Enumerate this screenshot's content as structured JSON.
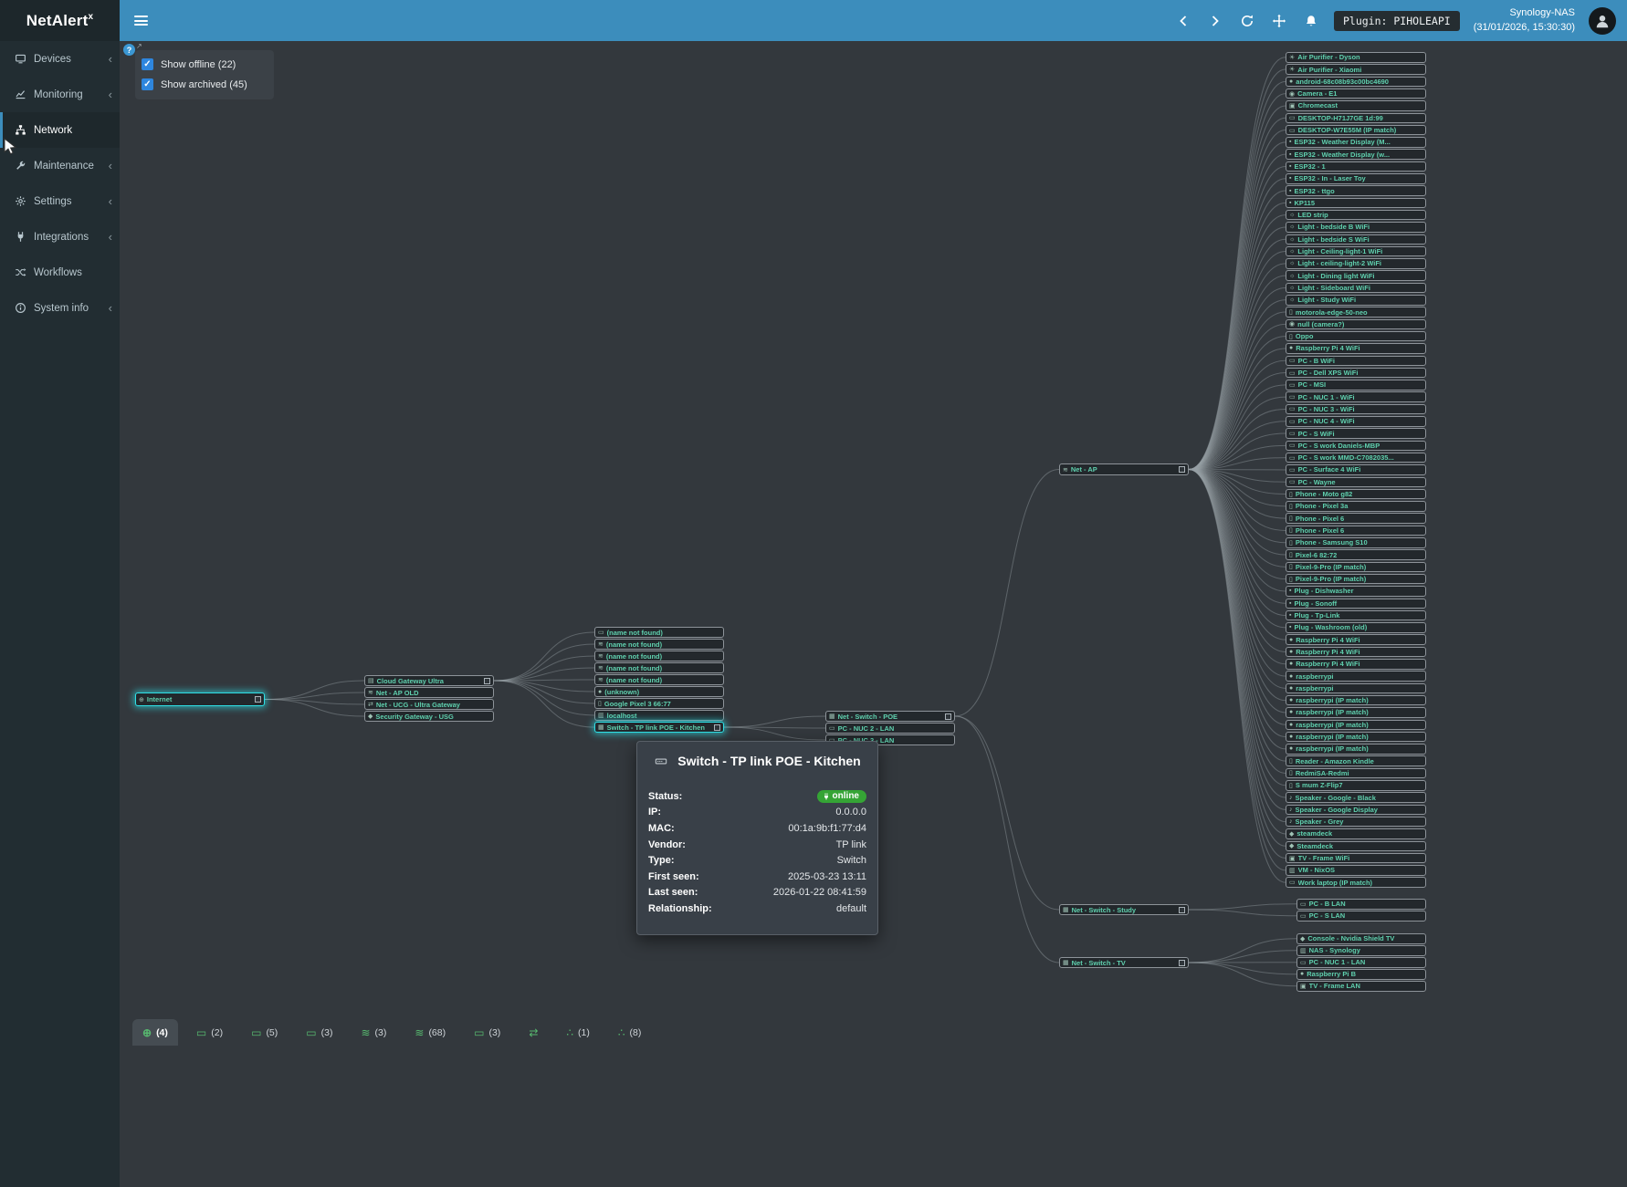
{
  "header": {
    "logo_text": "NetAlert",
    "logo_sup": "x",
    "plugin_badge": "Plugin: PIHOLEAPI",
    "device_name": "Synology-NAS",
    "timestamp": "(31/01/2026, 15:30:30)"
  },
  "help": {
    "label": "?"
  },
  "sidebar": {
    "items": [
      {
        "label": "Devices"
      },
      {
        "label": "Monitoring"
      },
      {
        "label": "Network"
      },
      {
        "label": "Maintenance"
      },
      {
        "label": "Settings"
      },
      {
        "label": "Integrations"
      },
      {
        "label": "Workflows"
      },
      {
        "label": "System info"
      }
    ]
  },
  "filters": {
    "show_offline": "Show offline (22)",
    "show_archived": "Show archived (45)"
  },
  "tooltip": {
    "title": "Switch - TP link POE - Kitchen",
    "rows": [
      {
        "label": "Status:",
        "value": "online"
      },
      {
        "label": "IP:",
        "value": "0.0.0.0"
      },
      {
        "label": "MAC:",
        "value": "00:1a:9b:f1:77:d4"
      },
      {
        "label": "Vendor:",
        "value": "TP link"
      },
      {
        "label": "Type:",
        "value": "Switch"
      },
      {
        "label": "First seen:",
        "value": "2025-03-23 13:11"
      },
      {
        "label": "Last seen:",
        "value": "2026-01-22 08:41:59"
      },
      {
        "label": "Relationship:",
        "value": "default"
      }
    ]
  },
  "tabs": [
    {
      "icon": "globe-icon",
      "count": "(4)",
      "active": true
    },
    {
      "icon": "modem-icon",
      "count": "(2)"
    },
    {
      "icon": "modem-icon",
      "count": "(5)"
    },
    {
      "icon": "modem-icon",
      "count": "(3)"
    },
    {
      "icon": "wifi-icon",
      "count": "(3)"
    },
    {
      "icon": "wifi-icon",
      "count": "(68)"
    },
    {
      "icon": "modem-icon",
      "count": "(3)"
    },
    {
      "icon": "shuffle-icon",
      "count": ""
    },
    {
      "icon": "sitemap-icon",
      "count": "(1)"
    },
    {
      "icon": "sitemap-icon",
      "count": "(8)"
    }
  ],
  "graph": {
    "internet": {
      "label": "Internet",
      "icon": "globe-icon",
      "selected": true,
      "expander": true
    },
    "gateways": [
      {
        "label": "Cloud Gateway Ultra",
        "icon": "gateway-icon",
        "expander": true
      },
      {
        "label": "Net - AP OLD",
        "icon": "wifi-icon"
      },
      {
        "label": "Net - UCG - Ultra Gateway",
        "icon": "shuffle-icon"
      },
      {
        "label": "Security Gateway - USG",
        "icon": "shield-icon"
      }
    ],
    "lan_cluster": [
      {
        "label": "(name not found)",
        "icon": "laptop-icon"
      },
      {
        "label": "(name not found)",
        "icon": "wifi-icon"
      },
      {
        "label": "(name not found)",
        "icon": "wifi-icon"
      },
      {
        "label": "(name not found)",
        "icon": "wifi-icon"
      },
      {
        "label": "(name not found)",
        "icon": "wifi-icon"
      },
      {
        "label": "(unknown)",
        "icon": "apple-icon"
      },
      {
        "label": "Google Pixel 3 66:77",
        "icon": "phone-icon"
      },
      {
        "label": "localhost",
        "icon": "server-icon"
      },
      {
        "label": "Switch - TP link POE - Kitchen",
        "icon": "switch-icon",
        "selected": true,
        "expander": true
      }
    ],
    "poe_cluster": [
      {
        "label": "Net - Switch - POE",
        "icon": "switch-icon",
        "expander": true
      },
      {
        "label": "PC - NUC 2 - LAN",
        "icon": "laptop-icon"
      },
      {
        "label": "PC - NUC 3 - LAN",
        "icon": "laptop-icon"
      }
    ],
    "hubs": [
      {
        "label": "Net - AP",
        "icon": "wifi-icon",
        "expander": true
      },
      {
        "label": "Net - Switch - Study",
        "icon": "switch-icon",
        "expander": true
      },
      {
        "label": "Net - Switch - TV",
        "icon": "switch-icon",
        "expander": true
      }
    ],
    "ap_children": [
      {
        "label": "Air Purifier - Dyson",
        "icon": "fan-icon"
      },
      {
        "label": "Air Purifier - Xiaomi",
        "icon": "fan-icon"
      },
      {
        "label": "android-68c08b93c00bc4690",
        "icon": "android-icon"
      },
      {
        "label": "Camera - E1",
        "icon": "camera-icon"
      },
      {
        "label": "Chromecast",
        "icon": "cast-icon"
      },
      {
        "label": "DESKTOP-H71J7GE 1d:99",
        "icon": "desktop-icon"
      },
      {
        "label": "DESKTOP-W7E55M (IP match)",
        "icon": "desktop-icon"
      },
      {
        "label": "ESP32 - Weather Display (M...",
        "icon": "chip-icon"
      },
      {
        "label": "ESP32 - Weather Display (w...",
        "icon": "chip-icon"
      },
      {
        "label": "ESP32 - 1",
        "icon": "chip-icon"
      },
      {
        "label": "ESP32 - In - Laser Toy",
        "icon": "chip-icon"
      },
      {
        "label": "ESP32 - ttgo",
        "icon": "chip-icon"
      },
      {
        "label": "KP115",
        "icon": "plug-icon"
      },
      {
        "label": "LED strip",
        "icon": "light-icon"
      },
      {
        "label": "Light - bedside B WiFi",
        "icon": "light-icon"
      },
      {
        "label": "Light - bedside S WiFi",
        "icon": "light-icon"
      },
      {
        "label": "Light - Ceiling-light-1 WiFi",
        "icon": "light-icon"
      },
      {
        "label": "Light - ceiling-light-2 WiFi",
        "icon": "light-icon"
      },
      {
        "label": "Light - Dining light WiFi",
        "icon": "light-icon"
      },
      {
        "label": "Light - Sideboard WiFi",
        "icon": "light-icon"
      },
      {
        "label": "Light - Study WiFi",
        "icon": "light-icon"
      },
      {
        "label": "motorola-edge-50-neo",
        "icon": "phone-icon"
      },
      {
        "label": "null (camera?)",
        "icon": "camera-icon"
      },
      {
        "label": "Oppo",
        "icon": "phone-icon"
      },
      {
        "label": "Raspberry Pi 4 WiFi",
        "icon": "pi-icon"
      },
      {
        "label": "PC - B WiFi",
        "icon": "laptop-icon"
      },
      {
        "label": "PC - Dell XPS WiFi",
        "icon": "laptop-icon"
      },
      {
        "label": "PC - MSI",
        "icon": "laptop-icon"
      },
      {
        "label": "PC - NUC 1 - WiFi",
        "icon": "laptop-icon"
      },
      {
        "label": "PC - NUC 3 - WiFi",
        "icon": "laptop-icon"
      },
      {
        "label": "PC - NUC 4 - WiFi",
        "icon": "laptop-icon"
      },
      {
        "label": "PC - S WiFi",
        "icon": "laptop-icon"
      },
      {
        "label": "PC - S work Daniels-MBP",
        "icon": "laptop-icon"
      },
      {
        "label": "PC - S work MMD-C7082035...",
        "icon": "laptop-icon"
      },
      {
        "label": "PC - Surface 4 WiFi",
        "icon": "laptop-icon"
      },
      {
        "label": "PC - Wayne",
        "icon": "laptop-icon"
      },
      {
        "label": "Phone - Moto g82",
        "icon": "phone-icon"
      },
      {
        "label": "Phone - Pixel 3a",
        "icon": "phone-icon"
      },
      {
        "label": "Phone - Pixel 6",
        "icon": "phone-icon"
      },
      {
        "label": "Phone - Pixel 6",
        "icon": "phone-icon"
      },
      {
        "label": "Phone - Samsung S10",
        "icon": "phone-icon"
      },
      {
        "label": "Pixel-6 82:72",
        "icon": "phone-icon"
      },
      {
        "label": "Pixel-9-Pro (IP match)",
        "icon": "phone-icon"
      },
      {
        "label": "Pixel-9-Pro (IP match)",
        "icon": "phone-icon"
      },
      {
        "label": "Plug - Dishwasher",
        "icon": "plug-icon"
      },
      {
        "label": "Plug - Sonoff",
        "icon": "plug-icon"
      },
      {
        "label": "Plug - Tp-Link",
        "icon": "plug-icon"
      },
      {
        "label": "Plug - Washroom (old)",
        "icon": "plug-icon"
      },
      {
        "label": "Raspberry Pi 4 WiFi",
        "icon": "pi-icon"
      },
      {
        "label": "Raspberry Pi 4 WiFi",
        "icon": "pi-icon"
      },
      {
        "label": "Raspberry Pi 4 WiFi",
        "icon": "pi-icon"
      },
      {
        "label": "raspberrypi",
        "icon": "pi-icon"
      },
      {
        "label": "raspberrypi",
        "icon": "pi-icon"
      },
      {
        "label": "raspberrypi (IP match)",
        "icon": "pi-icon"
      },
      {
        "label": "raspberrypi (IP match)",
        "icon": "pi-icon"
      },
      {
        "label": "raspberrypi (IP match)",
        "icon": "pi-icon"
      },
      {
        "label": "raspberrypi (IP match)",
        "icon": "pi-icon"
      },
      {
        "label": "raspberrypi (IP match)",
        "icon": "pi-icon"
      },
      {
        "label": "Reader - Amazon Kindle",
        "icon": "reader-icon"
      },
      {
        "label": "RedmiSA-Redmi",
        "icon": "phone-icon"
      },
      {
        "label": "S mum Z-Flip7",
        "icon": "phone-icon"
      },
      {
        "label": "Speaker - Google - Black",
        "icon": "speaker-icon"
      },
      {
        "label": "Speaker - Google Display",
        "icon": "speaker-icon"
      },
      {
        "label": "Speaker - Grey",
        "icon": "speaker-icon"
      },
      {
        "label": "steamdeck",
        "icon": "console-icon"
      },
      {
        "label": "Steamdeck",
        "icon": "console-icon"
      },
      {
        "label": "TV - Frame WiFi",
        "icon": "tv-icon"
      },
      {
        "label": "VM - NixOS",
        "icon": "server-icon"
      },
      {
        "label": "Work laptop (IP match)",
        "icon": "laptop-icon"
      }
    ],
    "study_children": [
      {
        "label": "PC - B LAN",
        "icon": "laptop-icon"
      },
      {
        "label": "PC - S LAN",
        "icon": "laptop-icon"
      }
    ],
    "tv_children": [
      {
        "label": "Console - Nvidia Shield TV",
        "icon": "console-icon"
      },
      {
        "label": "NAS - Synology",
        "icon": "server-icon"
      },
      {
        "label": "PC - NUC 1 - LAN",
        "icon": "laptop-icon"
      },
      {
        "label": "Raspberry Pi B",
        "icon": "pi-icon"
      },
      {
        "label": "TV - Frame LAN",
        "icon": "tv-icon"
      }
    ]
  }
}
